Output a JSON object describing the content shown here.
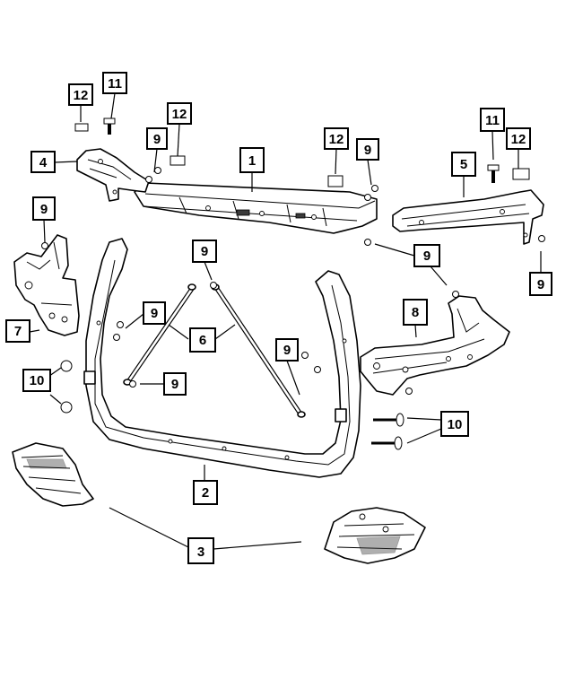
{
  "callouts": [
    {
      "label": "12"
    },
    {
      "label": "11"
    },
    {
      "label": "12"
    },
    {
      "label": "9"
    },
    {
      "label": "4"
    },
    {
      "label": "1"
    },
    {
      "label": "12"
    },
    {
      "label": "9"
    },
    {
      "label": "11"
    },
    {
      "label": "12"
    },
    {
      "label": "5"
    },
    {
      "label": "9"
    },
    {
      "label": "9"
    },
    {
      "label": "9"
    },
    {
      "label": "9"
    },
    {
      "label": "9"
    },
    {
      "label": "7"
    },
    {
      "label": "6"
    },
    {
      "label": "8"
    },
    {
      "label": "9"
    },
    {
      "label": "10"
    },
    {
      "label": "9"
    },
    {
      "label": "10"
    },
    {
      "label": "2"
    },
    {
      "label": "3"
    }
  ]
}
